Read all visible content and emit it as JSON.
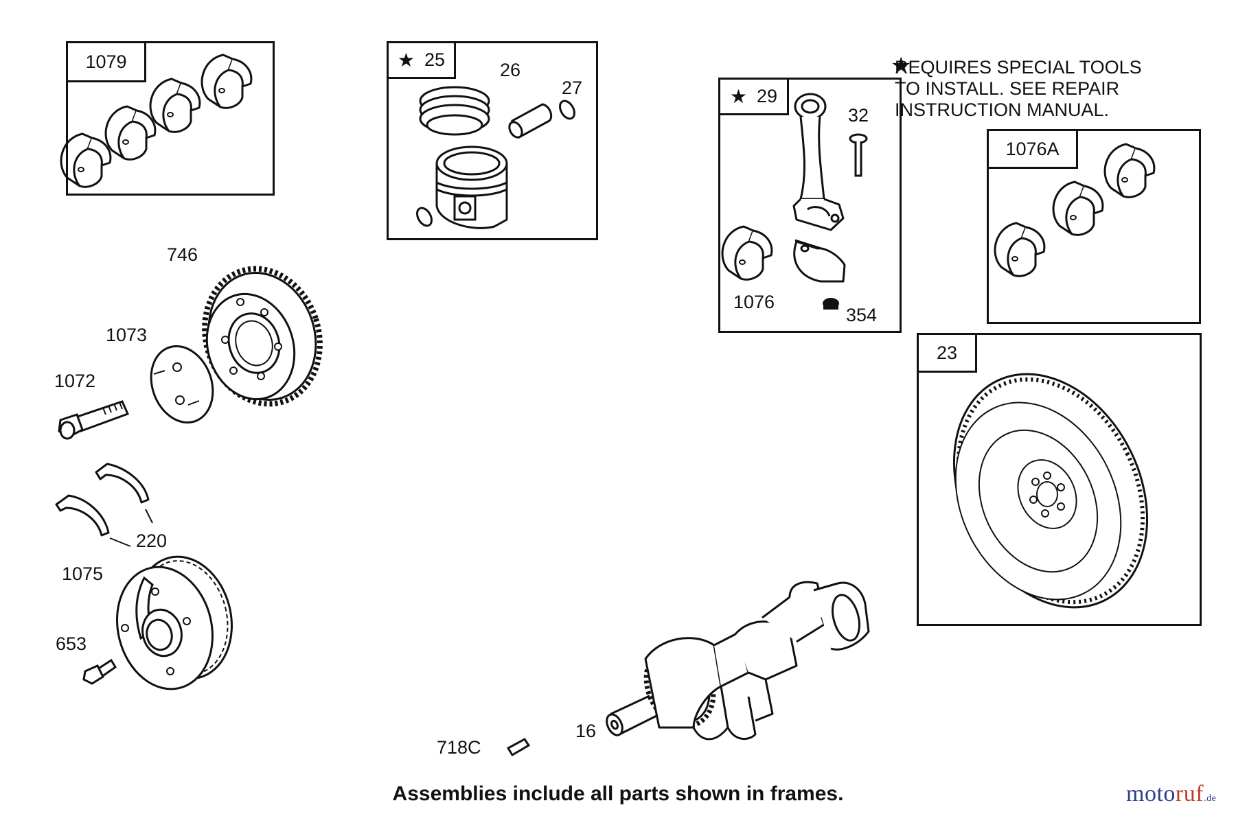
{
  "frames": {
    "f1079": {
      "label": "1079",
      "star": false
    },
    "f25": {
      "label": "25",
      "star": true
    },
    "f29": {
      "label": "29",
      "star": true
    },
    "f1076a": {
      "label": "1076A",
      "star": false
    },
    "f23": {
      "label": "23",
      "star": false
    }
  },
  "callouts": {
    "p26": "26",
    "p27": "27",
    "p32": "32",
    "p1076": "1076",
    "p354": "354",
    "p746": "746",
    "p1073": "1073",
    "p1072": "1072",
    "p220": "220",
    "p1075": "1075",
    "p653": "653",
    "p16": "16",
    "p718c": "718C"
  },
  "note": {
    "star_icon": "star-icon",
    "text": "REQUIRES SPECIAL TOOLS\nTO INSTALL.  SEE REPAIR\nINSTRUCTION MANUAL."
  },
  "footer": "Assemblies include all parts shown in frames.",
  "logo": {
    "part1": "moto",
    "part2": "ruf",
    "suffix": ".de"
  }
}
